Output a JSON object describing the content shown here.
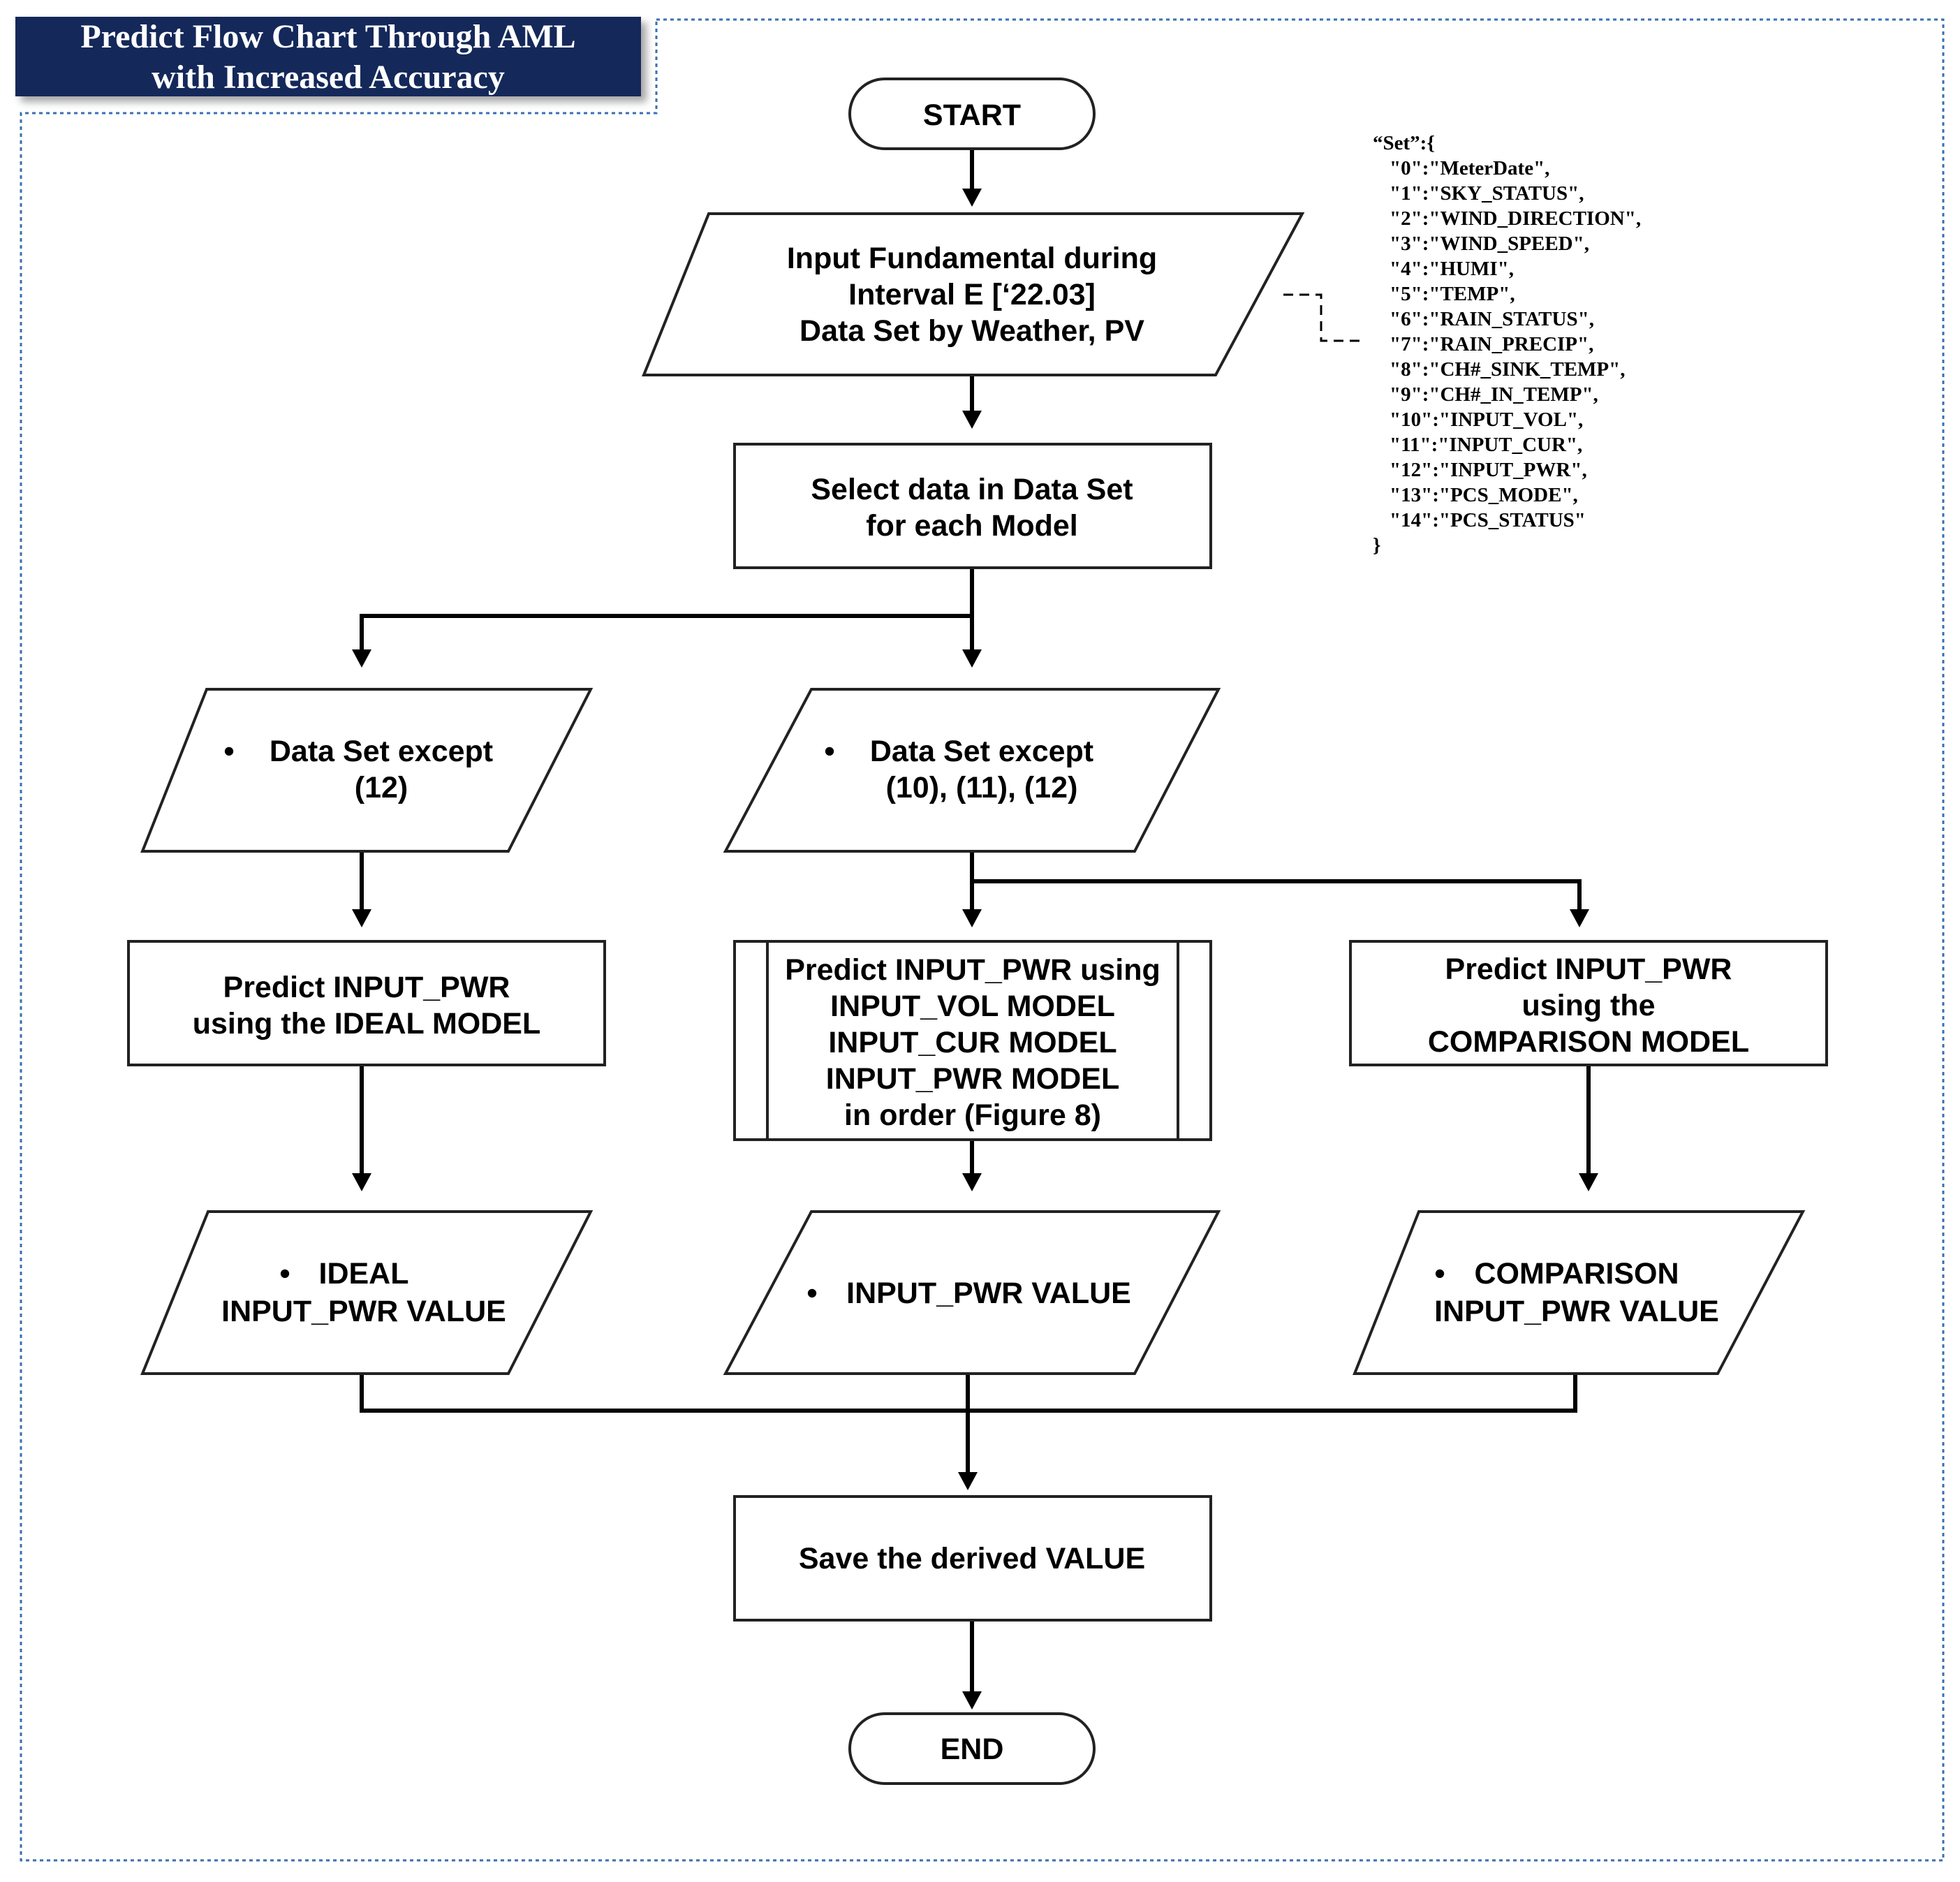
{
  "title": {
    "line1": "Predict Flow Chart Through AML",
    "line2": "with Increased Accuracy"
  },
  "nodes": {
    "start": "START",
    "input": [
      "Input Fundamental during",
      "Interval E [‘22.03]",
      "Data Set by Weather, PV"
    ],
    "select": [
      "Select data in Data Set",
      "for each Model"
    ],
    "dataset_left": [
      "Data Set except",
      "(12)"
    ],
    "dataset_mid": [
      "Data Set except",
      "(10), (11), (12)"
    ],
    "predict_ideal": [
      "Predict INPUT_PWR",
      "using the IDEAL MODEL"
    ],
    "predict_order": [
      "Predict INPUT_PWR using",
      "INPUT_VOL MODEL",
      "INPUT_CUR MODEL",
      "INPUT_PWR MODEL",
      "in order (Figure 8)"
    ],
    "predict_comparison": [
      "Predict INPUT_PWR",
      "using the",
      "COMPARISON MODEL"
    ],
    "value_ideal": [
      "IDEAL",
      "INPUT_PWR VALUE"
    ],
    "value_pwr": [
      "INPUT_PWR VALUE"
    ],
    "value_comparison": [
      "COMPARISON",
      "INPUT_PWR VALUE"
    ],
    "save": "Save the derived VALUE",
    "end": "END"
  },
  "bullet": "•",
  "dataset_json": [
    "“Set”:{",
    "\"0\":\"MeterDate\",",
    "\"1\":\"SKY_STATUS\",",
    "\"2\":\"WIND_DIRECTION\",",
    "\"3\":\"WIND_SPEED\",",
    "\"4\":\"HUMI\",",
    "\"5\":\"TEMP\",",
    "\"6\":\"RAIN_STATUS\",",
    "\"7\":\"RAIN_PRECIP\",",
    "\"8\":\"CH#_SINK_TEMP\",",
    "\"9\":\"CH#_IN_TEMP\",",
    "\"10\":\"INPUT_VOL\",",
    "\"11\":\"INPUT_CUR\",",
    "\"12\":\"INPUT_PWR\",",
    "\"13\":\"PCS_MODE\",",
    "\"14\":\"PCS_STATUS\"",
    "}"
  ],
  "colors": {
    "banner_bg": "#14285a",
    "frame": "#3a6fb0",
    "line": "#000000"
  }
}
